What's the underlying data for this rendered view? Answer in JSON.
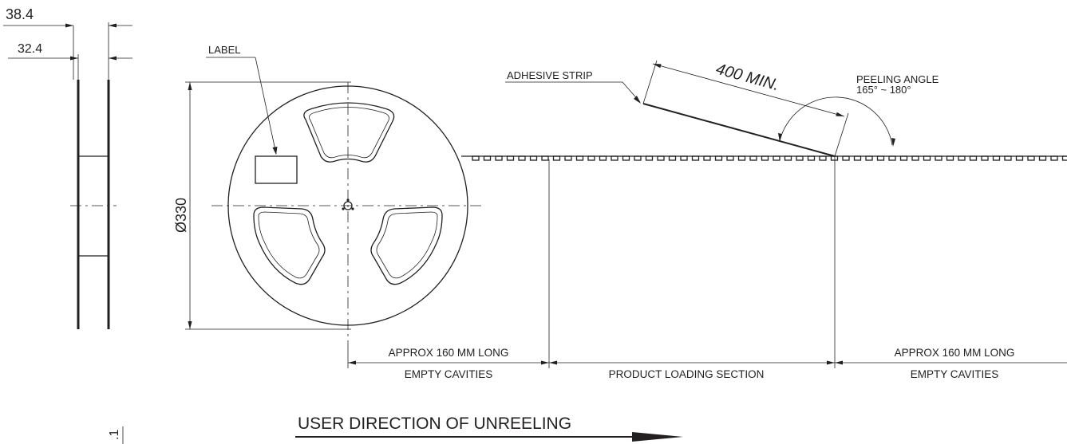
{
  "drawing": {
    "dim_width_outer": "38.4",
    "dim_width_inner": "32.4",
    "dim_reel_diameter": "Ø330",
    "label_callout": "LABEL",
    "adhesive_strip": "ADHESIVE STRIP",
    "min_length": "400 MIN.",
    "peeling_angle_title": "PEELING ANGLE",
    "peeling_angle_value": "165° ~ 180°",
    "left_section_top": "APPROX 160 MM LONG",
    "left_section_bottom": "EMPTY CAVITIES",
    "middle_section": "PRODUCT LOADING SECTION",
    "right_section_top": "APPROX 160 MM LONG",
    "right_section_bottom": "EMPTY CAVITIES",
    "direction": "USER DIRECTION OF UNREELING",
    "corner_mark": ".1"
  }
}
